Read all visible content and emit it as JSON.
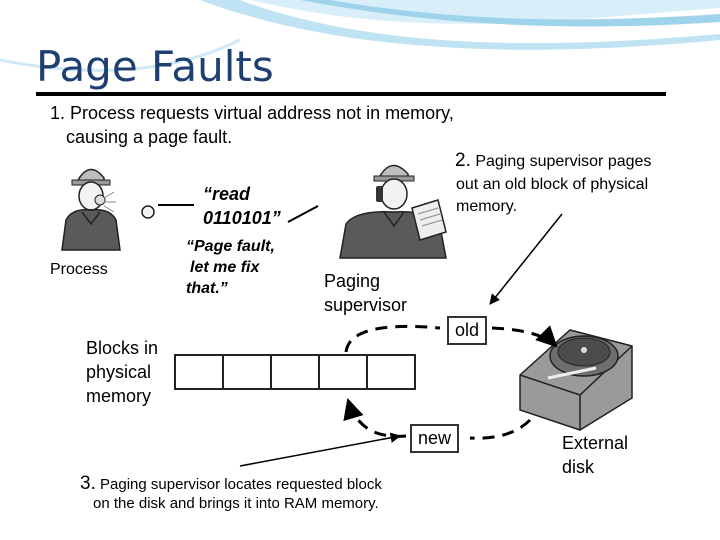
{
  "title": "Page Faults",
  "step1": {
    "line1": "1. Process requests virtual address not in memory,",
    "line2": "causing a page fault."
  },
  "step2": {
    "num": "2.",
    "line1": "Paging supervisor pages",
    "line2": "out an old block of physical",
    "line3": "memory."
  },
  "step3": {
    "num": "3.",
    "line1": "Paging supervisor locates requested block",
    "line2": "on the disk and brings it into RAM memory."
  },
  "quote_read": {
    "line1": "“read",
    "line2": "0110101”"
  },
  "quote_fault": {
    "line1": "“Page fault,",
    "line2": "let me fix",
    "line3": "that.”"
  },
  "labels": {
    "process": "Process",
    "paging_supervisor_1": "Paging",
    "paging_supervisor_2": "supervisor",
    "blocks_1": "Blocks in",
    "blocks_2": "physical",
    "blocks_3": "memory",
    "old": "old",
    "new": "new",
    "external_1": "External",
    "external_2": "disk"
  },
  "memory_blocks": 5,
  "colors": {
    "title": "#1f3f73",
    "swoosh": "#7fc6e6",
    "worker_shirt": "#5a5a5a"
  }
}
